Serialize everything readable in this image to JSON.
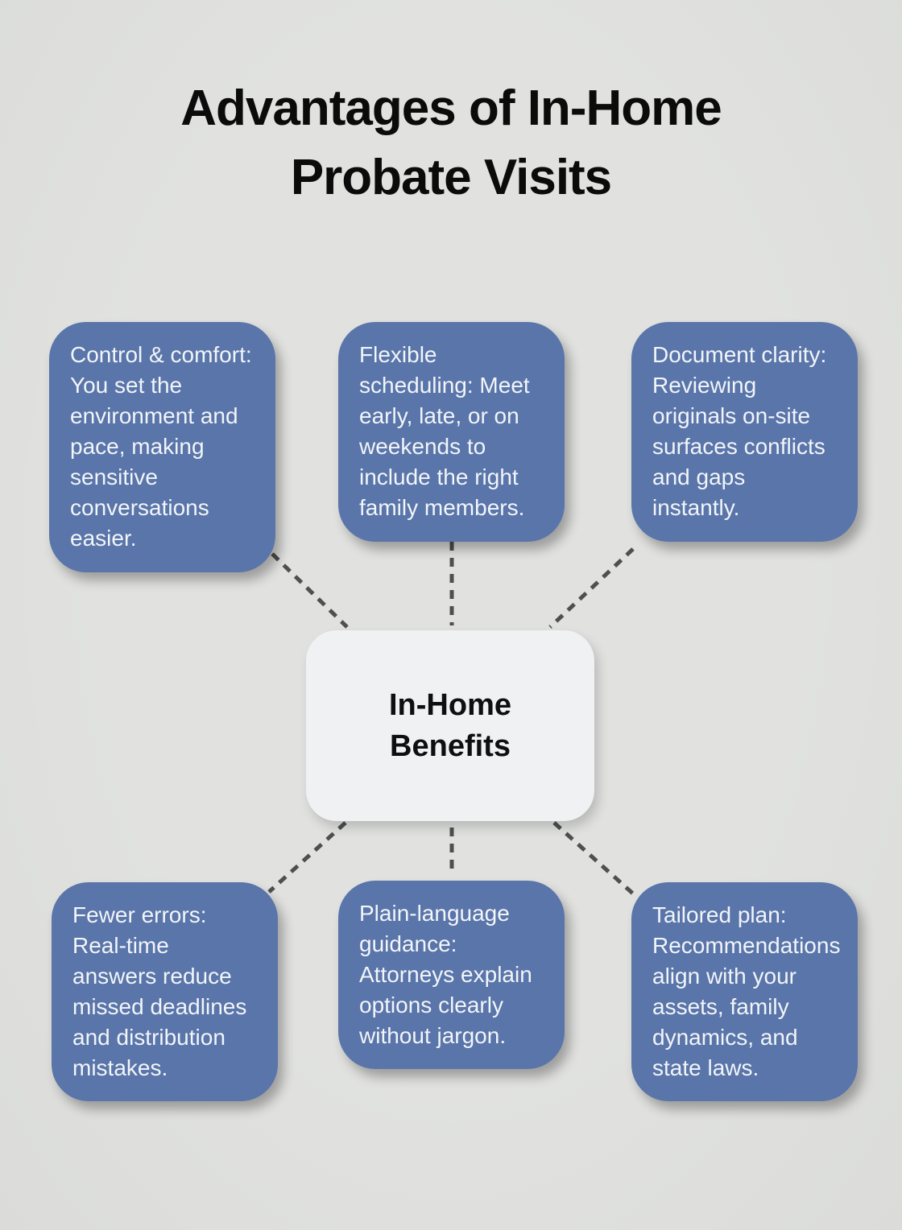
{
  "title": "Advantages of In-Home Probate Visits",
  "center": {
    "label": "In-Home Benefits"
  },
  "nodes": [
    {
      "id": "control-comfort",
      "text": "Control & comfort: You set the environment and pace, making sensitive conversations easier."
    },
    {
      "id": "flexible-scheduling",
      "text": "Flexible scheduling: Meet early, late, or on weekends to include the right family members."
    },
    {
      "id": "document-clarity",
      "text": "Document clarity: Reviewing originals on-site surfaces conflicts and gaps instantly."
    },
    {
      "id": "fewer-errors",
      "text": "Fewer errors: Real-time answers reduce missed deadlines and distribution mistakes."
    },
    {
      "id": "plain-language",
      "text": "Plain-language guidance: Attorneys explain options clearly without jargon."
    },
    {
      "id": "tailored-plan",
      "text": "Tailored plan: Recommendations align with your assets, family dynamics, and state laws."
    }
  ],
  "colors": {
    "background": "#e1e2e0",
    "node_fill": "#5975a9",
    "node_text": "#f2f5f9",
    "center_fill": "#f0f1f2",
    "center_text": "#0f0f0f",
    "connector": "#4f4f4f",
    "title_text": "#0b0b0b"
  }
}
